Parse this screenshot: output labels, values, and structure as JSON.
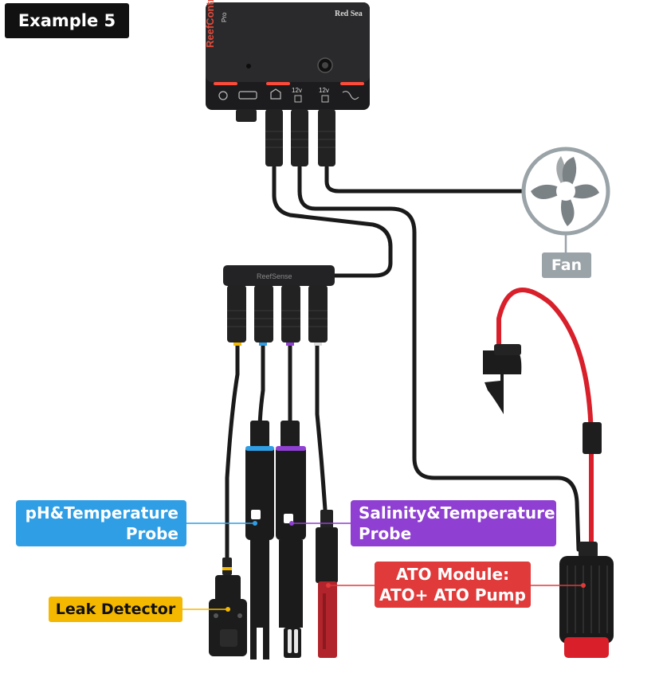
{
  "example_label": "Example 5",
  "controller": {
    "brand": "Red Sea",
    "product": "ReefControl",
    "edition": "Pro",
    "port_12v_left": "12v",
    "port_12v_right": "12v"
  },
  "hub_label": "ReefSense",
  "labels": {
    "fan": "Fan",
    "ph_probe": [
      "pH&Temperature",
      "Probe"
    ],
    "salinity_probe": [
      "Salinity&Temperature",
      "Probe"
    ],
    "ato_module": [
      "ATO Module:",
      "ATO+ ATO Pump"
    ],
    "leak_detector": "Leak Detector"
  },
  "colors": {
    "ph": "#2f9ee5",
    "salinity": "#8f3fd1",
    "ato": "#e03a3a",
    "leak": "#f5b800",
    "fan": "#9aa3a7",
    "cable": "#1a1a1a"
  },
  "icons": [
    "fan-icon",
    "reef-logo-icon",
    "power-icon"
  ]
}
